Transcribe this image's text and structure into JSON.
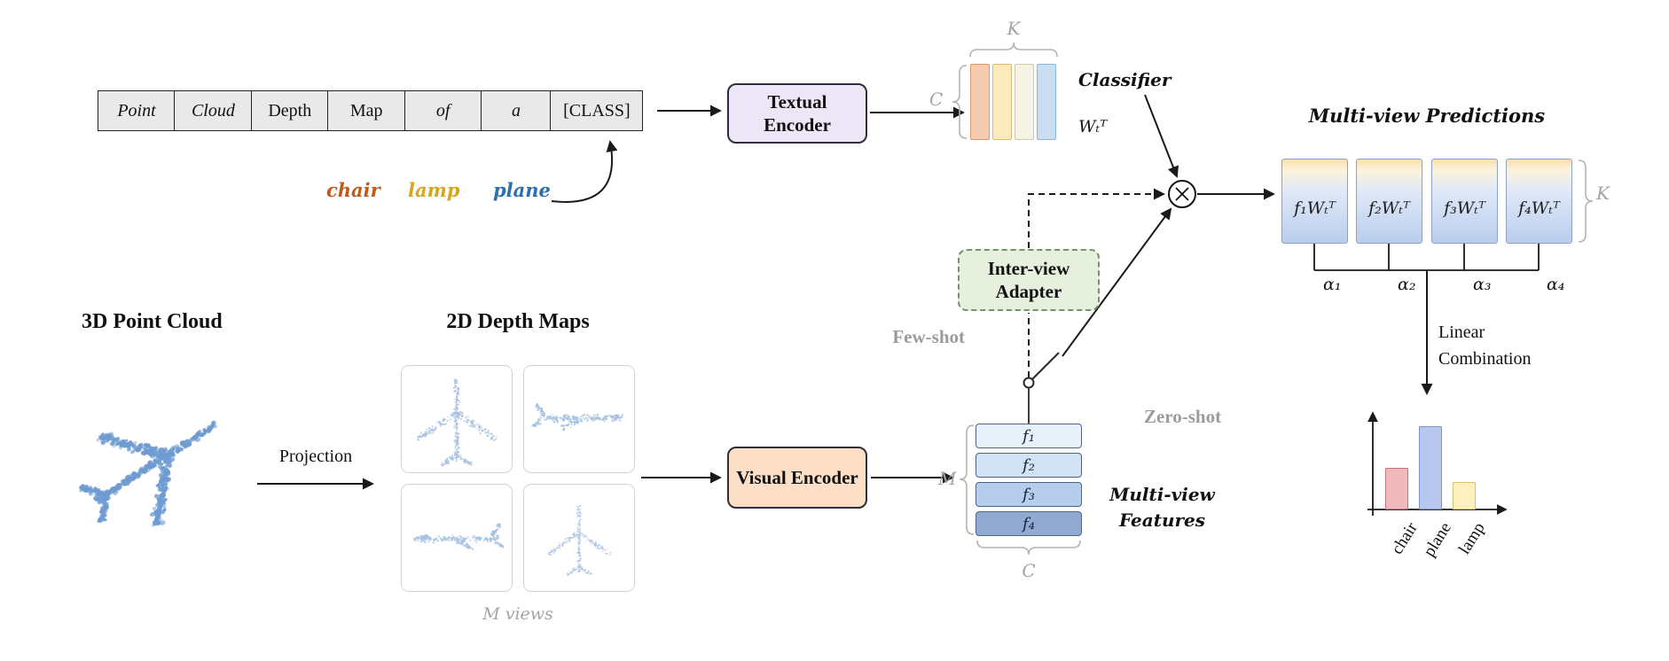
{
  "prompt": {
    "cells": [
      "Point",
      "Cloud",
      "Depth",
      "Map",
      "of",
      "a",
      "[CLASS]"
    ],
    "classes": [
      {
        "label": "chair",
        "color": "#c05a1d"
      },
      {
        "label": "lamp",
        "color": "#d9a51c"
      },
      {
        "label": "plane",
        "color": "#2e6fad"
      }
    ]
  },
  "encoders": {
    "textual_label": "Textual Encoder",
    "textual_color": "#ede6f7",
    "visual_label": "Visual Encoder",
    "visual_color": "#fcdfc6",
    "adapter_label": "Inter-view Adapter",
    "adapter_color": "#e6f0dd"
  },
  "classifier": {
    "label": "Classifier",
    "weight": "Wₜᵀ",
    "dim_k": "K",
    "dim_c": "C",
    "column_colors": [
      "#f5cbb1",
      "#faeabc",
      "#f6f3e6",
      "#cadef2"
    ],
    "column_borders": [
      "#dd9a69",
      "#d8bd6e",
      "#cfc9ad",
      "#8fb4da"
    ]
  },
  "paths": {
    "few_shot": "Few-shot",
    "zero_shot": "Zero-shot"
  },
  "features": {
    "rows": [
      "f₁",
      "f₂",
      "f₃",
      "f₄"
    ],
    "row_colors": [
      "#e8f0fa",
      "#d3e2f4",
      "#b6cdeb",
      "#91aad2"
    ],
    "dim_m": "M",
    "dim_c": "C",
    "label": "Multi-view Features"
  },
  "predictions": {
    "title": "Multi-view Predictions",
    "boxes": [
      "f₁Wₜᵀ",
      "f₂Wₜᵀ",
      "f₃Wₜᵀ",
      "f₄Wₜᵀ"
    ],
    "alphas": [
      "α₁",
      "α₂",
      "α₃",
      "α₄"
    ],
    "dim_k": "K",
    "combine": "Linear Combination"
  },
  "pointcloud": {
    "title": "3D Point Cloud",
    "projection": "Projection",
    "depth_title": "2D Depth Maps",
    "views_caption": "M views"
  },
  "chart_data": {
    "type": "bar",
    "categories": [
      "chair",
      "plane",
      "lamp"
    ],
    "values": [
      0.5,
      1.0,
      0.33
    ],
    "colors": [
      "#f0b9bd",
      "#b7c7ee",
      "#fdf0bf"
    ],
    "border_colors": [
      "#c9747c",
      "#7d93c9",
      "#d9c26d"
    ],
    "ylim": [
      0,
      1
    ],
    "title": "",
    "xlabel": "",
    "ylabel": "",
    "legend": false,
    "grid": false
  }
}
